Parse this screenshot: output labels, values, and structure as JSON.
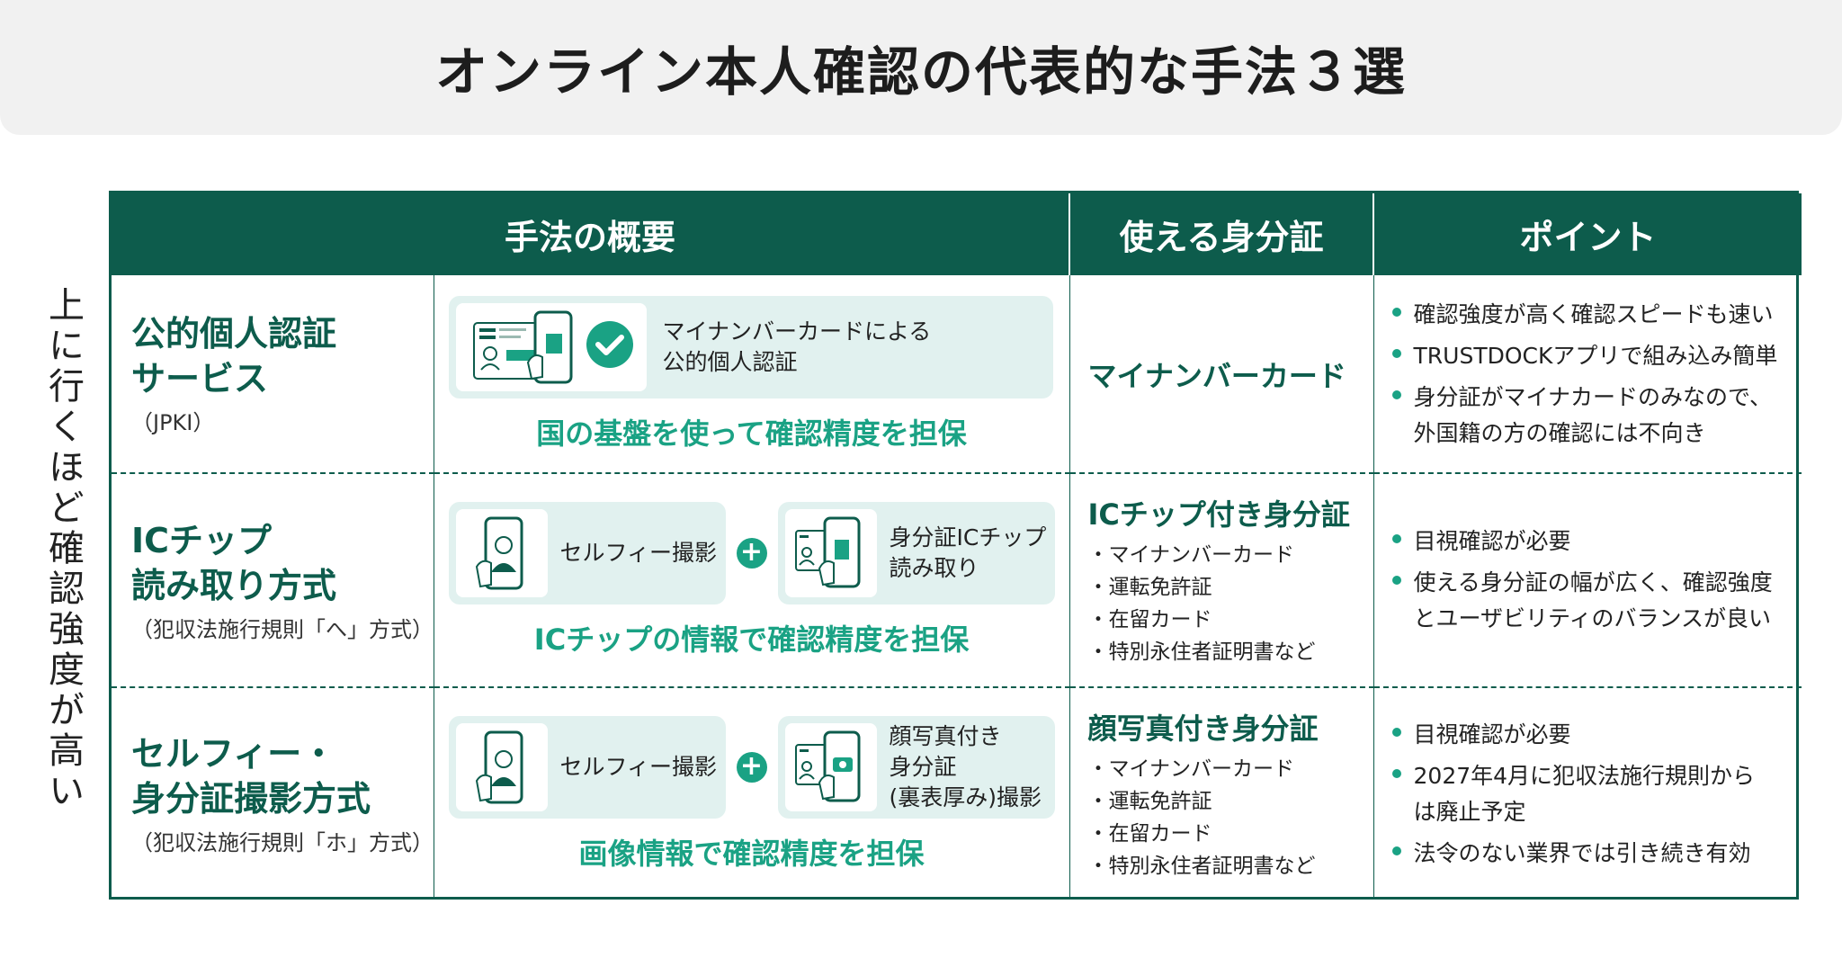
{
  "title": "オンライン本人確認の代表的な手法３選",
  "side_label": "上に行くほど確認強度が高い",
  "headers": [
    "手法の概要",
    "使える身分証",
    "ポイント"
  ],
  "rows": [
    {
      "name": "公的個人認証\nサービス",
      "sub": "（JPKI）",
      "step1": "マイナンバーカードによる\n公的個人認証",
      "tagline": "国の基盤を使って確認精度を担保",
      "id_title": "マイナンバーカード",
      "id_items": [],
      "points": [
        "確認強度が高く確認スピードも速い",
        "TRUSTDOCKアプリで組み込み簡単",
        "身分証がマイナカードのみなので、\n外国籍の方の確認には不向き"
      ]
    },
    {
      "name": "ICチップ\n読み取り方式",
      "sub": "（犯収法施行規則「へ」方式）",
      "step1": "セルフィー撮影",
      "step2": "身分証ICチップ\n読み取り",
      "tagline": "ICチップの情報で確認精度を担保",
      "id_title": "ICチップ付き身分証",
      "id_items": [
        "・マイナンバーカード",
        "・運転免許証",
        "・在留カード",
        "・特別永住者証明書など"
      ],
      "points": [
        "目視確認が必要",
        "使える身分証の幅が広く、確認強度\nとユーザビリティのバランスが良い"
      ]
    },
    {
      "name": "セルフィー・\n身分証撮影方式",
      "sub": "（犯収法施行規則「ホ」方式）",
      "step1": "セルフィー撮影",
      "step2": "顔写真付き\n身分証\n(裏表厚み)撮影",
      "tagline": "画像情報で確認精度を担保",
      "id_title": "顔写真付き身分証",
      "id_items": [
        "・マイナンバーカード",
        "・運転免許証",
        "・在留カード",
        "・特別永住者証明書など"
      ],
      "points": [
        "目視確認が必要",
        "2027年4月に犯収法施行規則から\nは廃止予定",
        "法令のない業界では引き続き有効"
      ]
    }
  ],
  "plus_symbol": "+",
  "colors": {
    "primary": "#0d5c4c",
    "accent": "#1aa284",
    "box": "#e1f1ef"
  }
}
